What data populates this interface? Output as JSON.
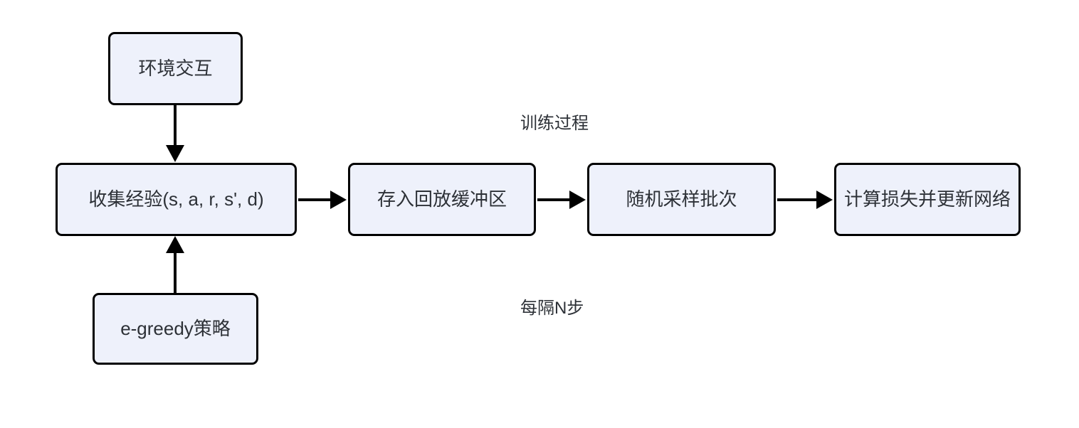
{
  "diagram": {
    "title_text": "训练过程",
    "interval_text": "每隔N步",
    "nodes": [
      {
        "id": "env-interaction",
        "label": "环境交互"
      },
      {
        "id": "collect-experience",
        "label": "收集经验(s, a, r, s', d)"
      },
      {
        "id": "replay-buffer",
        "label": "存入回放缓冲区"
      },
      {
        "id": "sample-batch",
        "label": "随机采样批次"
      },
      {
        "id": "update-network",
        "label": "计算损失并更新网络"
      },
      {
        "id": "e-greedy-policy",
        "label": "e-greedy策略"
      }
    ],
    "labels": [
      {
        "id": "training-process",
        "text": "训练过程"
      },
      {
        "id": "every-n-steps",
        "text": "每隔N步"
      }
    ],
    "colors": {
      "node_fill": "#eef1fb",
      "node_border": "#000000",
      "text": "#2d3137",
      "arrow": "#000000",
      "background": "#ffffff"
    }
  }
}
